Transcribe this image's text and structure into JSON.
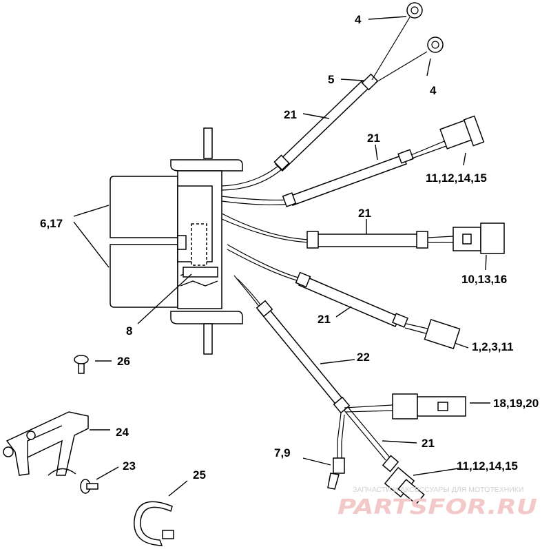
{
  "callouts": {
    "c4a": "4",
    "c4b": "4",
    "c5": "5",
    "c21_top": "21",
    "c21_b": "21",
    "c11a": "11,12,14,15",
    "c21_c": "21",
    "c6": "6,17",
    "c10": "10,13,16",
    "c21_d": "21",
    "c8": "8",
    "c1": "1,2,3,11",
    "c26": "26",
    "c22": "22",
    "c18": "18,19,20",
    "c24": "24",
    "c21_e": "21",
    "c79": "7,9",
    "c23": "23",
    "c25": "25",
    "c11b": "11,12,14,15"
  },
  "watermark": {
    "tagline": "ЗАПЧАСТИ И АКСЕССУАРЫ ДЛЯ МОТОТЕХНИКИ",
    "brand": "PARTSFOR.RU"
  }
}
